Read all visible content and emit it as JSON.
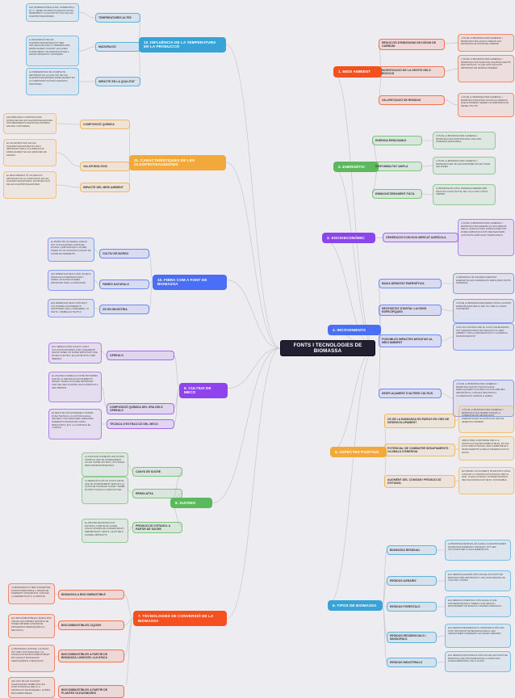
{
  "diagram": {
    "type": "mind-map",
    "title": "FONTS I TECNOLOGIES DE BIOMASSA",
    "background": "#edecf0",
    "central": {
      "label": "FONTS I TECNOLOGIES DE BIOMASSA",
      "color": "#231f33"
    },
    "branches": [
      {
        "id": "b1",
        "label": "1. MEDI AMBIENT",
        "color": "#f4511e",
        "side": "right",
        "children": [
          {
            "label": "REDUCCIÓ D'EMISSIONS DE DIÒXID DE CARBONI",
            "detail": "L'ÚS DE LA BIOMASSA PER A ENERGIA I BIOPRODUCTES AJUDA A REDUIR LES EMISSIONS DE DIÒXID DE CARBONI"
          },
          {
            "label": "INCENTIVACIÓ DE LA GESTIÓ DELS BOSCOS",
            "detail": "L'ÚS DE LA BIOMASSA PER A ENERGIA I BIOPRODUCTES INCENTIVA UNA BONA GESTIÓ DELS BOSCOS, JA QUE SÓN UNA FONT IMPORTANT DE MATÈRIA PRIMERA"
          },
          {
            "label": "VALORITZACIÓ DE RESIDUS",
            "detail": "L'ÚS DE LA BIOMASSA PER A ENERGIA I BIOPRODUCTES DÓNA VALOR ALS RESIDUS QUE ALTRAMENT SERIEN UN SUBPRODUCTE SENSE UTILITAT"
          }
        ]
      },
      {
        "id": "b2",
        "label": "2. ENERGÈTIC",
        "color": "#5cb85c",
        "side": "right",
        "children": [
          {
            "label": "ENERGIA RENOVABLE",
            "detail": "L'ÚS DE LA BIOMASSA PER A ENERGIA I BIOPRODUCTES PROPORCIONA UNA FONT D'ENERGIA RENOVABLE"
          },
          {
            "label": "DISPONIBILITAT AMPLA",
            "detail": "L'ÚS DE LA BIOMASSA PER A ENERGIA I BIOPRODUCTES TÉ UNA DISPONIBILITAT EN TOTES LES ZONES"
          },
          {
            "label": "EMMAGATZEMAMENT FÀCIL",
            "detail": "LA BIOMASSA ÉS FÀCIL D'EMMAGATZEMAR AMB FACILITAT, FACILITANT EL SEU ÚS A CURT I MITJÀ TERMINI"
          }
        ]
      },
      {
        "id": "b3",
        "label": "3. SOCIOECONÒMIC",
        "color": "#8e44ec",
        "side": "right",
        "children": [
          {
            "label": "GENERACIÓ D'UN NOU MERCAT AGRÍCOLA",
            "detail": "L'ÚS DE LA BIOMASSA PER A ENERGIA I BIOPRODUCTES GENERA UN NOU MERCAT PER A L'AGRICULTURA, ESPECIALMENT EN ZONES AMB DIFICULTATS PER MANTENIR ACTIVITATS AGRÍCOLES TRADICIONALS"
          }
        ]
      },
      {
        "id": "b4",
        "label": "4. INCOVENIENTS",
        "color": "#4a6ef5",
        "side": "right",
        "children": [
          {
            "label": "BAIXA DENSITAT ENERGÈTICA",
            "detail": "LA BIOMASSA TÉ UNA BAIXA DENSITAT ENERGÈTICA EN COMPARACIÓ AMB ALTRES FONTS D'ENERGIA"
          },
          {
            "label": "NECESSITAT D'INSTAL·LACIONS ESPECÍFIQUES",
            "detail": "L'ÚS DE LA BIOMASSA REQUEREIX INSTAL·LACIONS ESPECÍFIQUES PER AL SEU ÚS I PER A LA SEVA CONVERSIÓ"
          },
          {
            "label": "POSSIBLES IMPACTES NEGATIUS AL MEDI AMBIENT",
            "detail": "SI NO ES CONTROLA BÉ, EL CULTIU DE BIOMASSA POT GENERAR IMPACTES NEGATIUS AL MEDI AMBIENT, COM LA DEFORESTACIÓ O LA PÈRDUA DE BIODIVERSITAT"
          },
          {
            "label": "DESPLAÇAMENT D'ALTRES CULTIUS",
            "detail": "L'ÚS DE LA BIOMASSA PER A ENERGIA I BIOPRODUCTES POT PROVOCAR EL DESPLAÇAMENT D'ALTRES CULTIUS AMB MÉS IMPORTÀNCIA, COM ELS DESTINATS A L'ALIMENTACIÓ HUMANA O ANIMAL"
          }
        ]
      },
      {
        "id": "b5",
        "label": "5. ASPECTES POSITIUS",
        "color": "#f2a93b",
        "side": "right",
        "children": [
          {
            "label": "ÚS DE LA BIOMASSA EN PAÏSOS EN VIES DE DESENVOLUPAMENT",
            "detail": "L'ÚS DE LA BIOMASSA PER A ENERGIA I BIOPRODUCTES PERMET DONAR LA COBERTURA DE NECESSITATS ENERGÈTIQUES EN PAÏSOS EN VIES DE DESENVOLUPAMENT"
          },
          {
            "label": "POTENCIAL DE COMBATRE DESAFIAMENTS GLOBALS D'ENERGIA",
            "detail": "AMB ALTRES, DISPOSIBLE PER A LA PRODUCCIÓ DE BIOCOMBUSTIBLES, ÉS UNA FONT AMB POTENCIAL PER COMBATRE ELS DESAFIAMENTS GLOBALS D'ENERGIA D'AVUI EN DIA"
          },
          {
            "label": "AUGMENT DEL CONSUM I PRODUCCIÓ D'ETANOL",
            "detail": "ES PREVEU UN AUGMENT SIGNIFICATIU EN EL CONSUM I LA PRODUCCIÓ D'ETANOL PER AL 2030, JA QUE ACCEPTA L'INTERÈS MUNDIAL PER UNA PRODUCCIÓ NETA I SOSTENIBLE"
          }
        ]
      },
      {
        "id": "b6",
        "label": "6. TIPOS DE BIOMASSA",
        "color": "#38a3d6",
        "side": "right",
        "children": [
          {
            "label": "BIOMASSA RESIDUAL",
            "detail": "LA BIOMASSA RESIDUAL ÉS AQUELLA QUE PROCEDEIX DE RESIDUS DIFERENTS ORIGENS I POT SER UTILITZADA PER A USOS ENERGÈTICS"
          },
          {
            "label": "RESIDUS AGRARIS",
            "detail": "ELS RESIDUS AGRARIS SÓN UNA DE LES FONTS DE BIOMASSA MÉS IMPORTANTS I INCLOUEN RESTES DE COLLITES I PODES"
          },
          {
            "label": "RESIDUS FORESTALS",
            "detail": "ELS RESIDUS FORESTALS SÓN AQUELLS QUE PROCEDEIXEN DELS TREBALLS DE NETEJA I MANTENIMENT DE BOSCOS I MASSES FORESTALS"
          },
          {
            "label": "RESIDUS RESIDENCIALS I MUNICIPALS",
            "detail": "ELS RESIDUS RESIDENCIALS I MUNICIPALS SÓN UNA FONT IMPORTANT DE BIOMASSA PER AL SEU APROFITAMENT ENERGÈTIC EN ZONES URBANES"
          },
          {
            "label": "RESIDUS INDUSTRIALS",
            "detail": "ELS RESIDUS INDUSTRIALS SÓN UNA DE LES FONTS DE BIOMASSA QUE PROCEDEIXEN DE LA INDÚSTRIA AGROALIMENTÀRIA I DE LA FUSTA"
          }
        ]
      },
      {
        "id": "b7",
        "label": "7. TECNOLOGIES DE CONVERSIÓ DE LA BIOMASSA",
        "color": "#f4511e",
        "side": "left",
        "children": [
          {
            "label": "BIOMASSA A BIOCOMBUSTIBLE",
            "detail": "LA BIOMASSA POT SER CONVERTIDA EN BIOCOMBUSTIBLE A TRAVÉS DE DIFERENTS PROCESSOS, COM ARA LA FERMENTACIÓ O LA PIRÒLISI"
          },
          {
            "label": "BIOCOMBUSTIBLES LÍQUIDS",
            "detail": "ELS BIOCOMBUSTIBLES LÍQUIDS SÓN UNA DE LES FORMES D'ETANOL DE PODEN OBTENIR A PARTIR DE PROCESSOS TERMOQUÍMICS O BIOLÒGICS"
          },
          {
            "label": "BIOCOMBUSTIBLES A PARTIR DE BIOMASSA LIGNOCEL·LULÒSICA",
            "detail": "LA BIOMASSA LIGNOCEL·LULÒSICA POT SER UTILITZADA PER A LA PRODUCCIÓ DE BIOCOMBUSTIBLES MITJANÇANT PROCESSOS TERMOQUÍMICS O BIOLÒGICS"
          },
          {
            "label": "BIOCOMBUSTIBLES A PARTIR DE PLANTES OLEAGINOSES",
            "detail": "LES OLIS DE LES PLANTES OLEAGINOSES TAMBÉ SÓN UNA FONT POTENCIAL PER A LA PRODUCCIÓ DE BIODIESEL I ALTRES BIOCOMBUSTIBLES"
          }
        ]
      },
      {
        "id": "b8",
        "label": "8. SUCRES",
        "color": "#5cb85c",
        "side": "left",
        "children": [
          {
            "label": "CANYA DE SUCRE",
            "detail": "LA CANYA DE SUCRE ÉS UNA PLANTA TROPICAL QUE TÉ UN RENDIMENT ALT EN SUCRE I ÉS MOLT UTILITZADA PER A PRODUIR BIOETANOL"
          },
          {
            "label": "REMOLATXA",
            "detail": "LA REMOLATXA ÉS UN CULTIU ANUAL QUE TÉ UN RENDIMENT SIMILAR A LA CANYA DE SUCRE EN SUCRE I TAMBÉ ÉS MOLT USADA A L'AGRICULTURA"
          },
          {
            "label": "PRODUCCIÓ D'ETANOL A PARTIR DE SUCRE",
            "detail": "EL PROCÉS DE PRODUCCIÓ D'ETANOL A PARTIR DE SUCRE INCLOU ETAPES DE CONCENTRACIÓ, FERMENTACIÓ I DESTIL·LACIÓ DELS SUCRES OBTINGUTS"
          }
        ]
      },
      {
        "id": "b9",
        "label": "9. CULTIUS DE MECO",
        "color": "#8e44ec",
        "side": "left",
        "children": [
          {
            "label": "CEREALS",
            "detail": "ELS CEREALS SÓN CULTIUS I MOLT UTILITZATS PROPERS COM A DIFERENTS GRANS TENEN UN SUPER IMPORTANT QUE ÉS DEL PLANTES I ELS AUTÈNTICS A SER TÈRMICS"
          },
          {
            "label": "COMPOSICIÓ QUÍMICA DEL GRA DELS CEREALS",
            "detail": "EL GRA DELS CEREALS CONTÉ PROTEÏNES QUE ÉS LA SEPARACIÓ EN DIFERENTS GRANS I TENEN UN SUPER IMPORTANT TANT DEL SEU PLANTES I ELS AUTÈNTICS A SER TÈRMICS"
          },
          {
            "label": "TÈCNICA D'EXTRACCIÓ DEL MECO",
            "detail": "EL MECO ES POT EXTREURE A TRAVÉS D'UNA TÈCNICA I LA CONTINUA EN EL SEGÜENT UTILITZADA PER A MESURAR DIFERENTS PRODUCTES COM A RESULTANTS, ELS I LA CONTINUA ÉS L'ANTIGA"
          }
        ]
      },
      {
        "id": "b10",
        "label": "10. FIBRA COM A FONT DE BIOMASSA",
        "color": "#4a6ef5",
        "side": "left",
        "children": [
          {
            "label": "CULTIU DE BORSO",
            "detail": "EL BORSO ÉS UN CEREAL QUE ES POT UTILITZAR PER A PRODUIR ETANOL I AMB PER PER A UN MÉS TENEN TÉ UN CONTINGUT ELEVAT DE SUCRE EN DIFERENTS"
          },
          {
            "label": "FIBRES NATURALS",
            "detail": "LES FIBRES NATURALS SÓN UN DELS PRINCIPALS SUBPRODUCTES I TENEN UN SUPER INTERÈS IMPORTANT PER A LA INDÚSTRIA"
          },
          {
            "label": "ÚS EN INDÚSTRIA",
            "detail": "LES FIBRES NATURALS SÓN MOLT UTILITZADES EN DIFERENTS INDÚSTRIES COM LA PAPERERA, LA TÈXTIL I TAMBÉ ELS TEXTILS"
          }
        ]
      },
      {
        "id": "b11",
        "label": "11. CARACTERÍSTIQUES DE LES OLEOPROTEAGINOSES",
        "color": "#f2a93b",
        "side": "left",
        "children": [
          {
            "label": "COMPOSICIÓ QUÍMICA",
            "detail": "LES PRINCIPALS COMPOSICIONS QUÍMIQUES DE LES OLEOPROTEAGINOSES SÓN RENDIMENTS ELEVATS EN MATÈRIA GRASSA I PROTEÏNES"
          },
          {
            "label": "VALOR BIOLÒGIC",
            "detail": "EL VALOR BIOLÒGIC DE LES OLEOPROTEAGINOSES ÉS MOLT IMPORTANT PER A LA ALIMENTACIÓ ESPECIALMENT EN LES ESPÈCIES DE GRANJA"
          },
          {
            "label": "IMPACTE DEL MEDI AMBIENT",
            "detail": "EL MEDI AMBIENT TÉ UN IMPACTE IMPORTANT EN LA COMPOSICIÓ DE LES OLEOPROTEAGINOSES I EN PRODUCCIÓ DE LES OLEOPROTEAGINOSES"
          }
        ]
      },
      {
        "id": "b12",
        "label": "12. INFLUÈNCIA DE LA TEMPERATURA EN LA PRODUCCIÓ",
        "color": "#38a3d6",
        "side": "left",
        "children": [
          {
            "label": "TEMPERATURES ALTES",
            "detail": "LES TEMPERATURES ALTES, SUPERIORS A 26 °C, TENEN UN IMPACTE NEGATIU EN EL RENDIMENT I LA QUANTITAT D'OLI EN LES OLEOPROTEAGINOSES"
          },
          {
            "label": "MADURACIÓ",
            "detail": "LA MADURACIÓ DE LES OLEOPROTEAGINOSES POT SER INFLUENCIADA PER LA TEMPERATURA, ESPECIALMENT DURANT LES FASES D'OMPLIMENT I DE MADURACIÓ DELS GRANS ORGÀNICS I OPOSADES"
          },
          {
            "label": "IMPACTE EN LA QUALITAT",
            "detail": "LA TEMPERATURA TÉ UN IMPACTE IMPORTANT EN LA QUALITAT DE LES OLEOPROTEAGINOSES ESPECIALMENT EN LA COMPOSICIÓ D'ÀCIDS GRASSOS I PROTEÏNES"
          }
        ]
      }
    ]
  }
}
